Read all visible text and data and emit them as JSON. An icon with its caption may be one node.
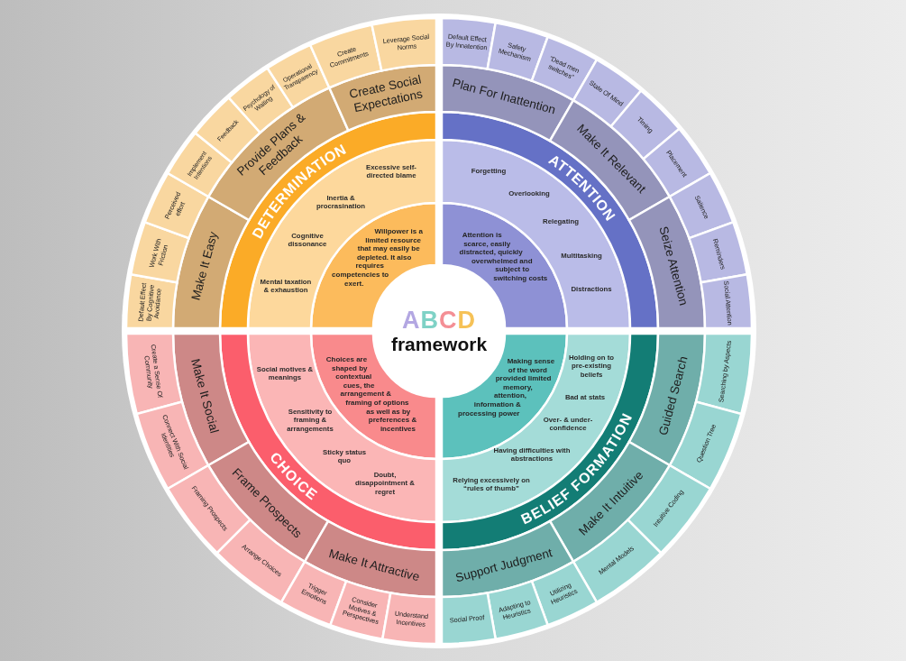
{
  "diagram": {
    "nodes": [
      {
        "text": [
          "ABCD",
          "framework"
        ]
      },
      {
        "text": [
          "Willpower is a limited resource that may easily be depleted. It also requires competencies to exert."
        ]
      },
      {
        "text": [
          "Excessive self-directed blame",
          "Inertia & procrasination",
          "Cognitive dissonance",
          "Mental taxation & exhaustion"
        ]
      },
      {
        "text": [
          "DETERMINATION"
        ]
      },
      {
        "text": [
          "Make It Easy"
        ]
      },
      {
        "text": [
          "Provide Plans & Feedback"
        ]
      },
      {
        "text": [
          "Create Social Expectations"
        ]
      },
      {
        "text": [
          "Default Effect By Cognitive Avoidance"
        ]
      },
      {
        "text": [
          "Work With Friction"
        ]
      },
      {
        "text": [
          "Perceived effort"
        ]
      },
      {
        "text": [
          "Implement Intentions"
        ]
      },
      {
        "text": [
          "Feedback"
        ]
      },
      {
        "text": [
          "Psychology of Waiting"
        ]
      },
      {
        "text": [
          "Operational Transparency"
        ]
      },
      {
        "text": [
          "Create Commitments"
        ]
      },
      {
        "text": [
          "Leverage Social Norms"
        ]
      },
      {
        "text": [
          "Attention is scarce, easily distracted, quickly overwhelmed and subject to switching costs"
        ]
      },
      {
        "text": [
          "Forgetting",
          "Overlooking",
          "Relegating",
          "Multitasking",
          "Distractions"
        ]
      },
      {
        "text": [
          "ATTENTION"
        ]
      },
      {
        "text": [
          "Plan For Inattention"
        ]
      },
      {
        "text": [
          "Make It Relevant"
        ]
      },
      {
        "text": [
          "Seize Attention"
        ]
      },
      {
        "text": [
          "Default Effect By Innatention"
        ]
      },
      {
        "text": [
          "Safety Mechanism"
        ]
      },
      {
        "text": [
          "“Dead men switches”"
        ]
      },
      {
        "text": [
          "State Of Mind"
        ]
      },
      {
        "text": [
          "Timing"
        ]
      },
      {
        "text": [
          "Placement"
        ]
      },
      {
        "text": [
          "Salience"
        ]
      },
      {
        "text": [
          "Reminders"
        ]
      },
      {
        "text": [
          "Social Attention"
        ]
      },
      {
        "text": [
          "Choices are shaped by contextual cues, the arrangement & framing of options as well as by preferences & incentives"
        ]
      },
      {
        "text": [
          "Social motives & meanings",
          "Sensitivity to framing & arrangements",
          "Sticky status quo",
          "Doubt, disappointment & regret"
        ]
      },
      {
        "text": [
          "CHOICE"
        ]
      },
      {
        "text": [
          "Make It Social"
        ]
      },
      {
        "text": [
          "Frame Prospects"
        ]
      },
      {
        "text": [
          "Make It Attractive"
        ]
      },
      {
        "text": [
          "Create a Sense Of Community"
        ]
      },
      {
        "text": [
          "Connect With Social Identities"
        ]
      },
      {
        "text": [
          "Framing Prospects"
        ]
      },
      {
        "text": [
          "Arrange Choices"
        ]
      },
      {
        "text": [
          "Trigger Emotions"
        ]
      },
      {
        "text": [
          "Consider Motives & Perspectives"
        ]
      },
      {
        "text": [
          "Understand Incentives"
        ]
      },
      {
        "text": [
          "Making sense of the word provided limited memory, attention, information & processing power"
        ]
      },
      {
        "text": [
          "Holding on to pre-existing beliefs",
          "Bad at stats",
          "Over- & under-confidence",
          "Having difficulties with abstractions",
          "Relying excessively on “rules of thumb”"
        ]
      },
      {
        "text": [
          "BELIEF FORMATION"
        ]
      },
      {
        "text": [
          "Guided Search"
        ]
      },
      {
        "text": [
          "Make It Intuitive"
        ]
      },
      {
        "text": [
          "Support Judgment"
        ]
      },
      {
        "text": [
          "Searching by Aspects"
        ]
      },
      {
        "text": [
          "Question Tree"
        ]
      },
      {
        "text": [
          "Intuitive Coding"
        ]
      },
      {
        "text": [
          "Mental Models"
        ]
      },
      {
        "text": [
          "Utilizing Heuristics"
        ]
      },
      {
        "text": [
          "Adapting to Heuristics"
        ]
      },
      {
        "text": [
          "Social Proof"
        ]
      }
    ]
  }
}
